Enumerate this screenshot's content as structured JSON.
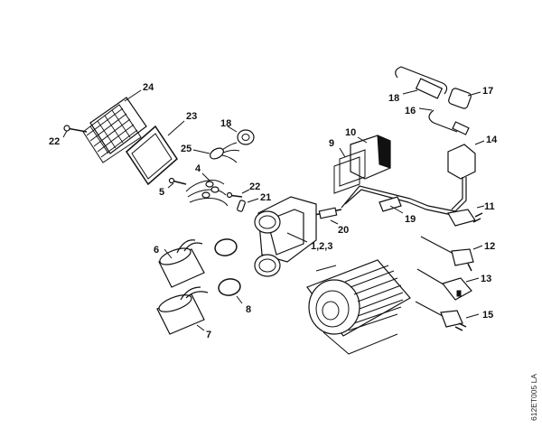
{
  "labels": {
    "l1": "24",
    "l2": "23",
    "l3": "22",
    "l4": "18",
    "l5": "25",
    "l6": "4",
    "l7": "5",
    "l8": "22",
    "l9": "21",
    "l10": "10",
    "l11": "9",
    "l12": "20",
    "l13": "1,2,3",
    "l14": "19",
    "l15": "6",
    "l16": "8",
    "l17": "7",
    "l18": "18",
    "l19": "17",
    "l20": "16",
    "l21": "14",
    "l22": "11",
    "l23": "12",
    "l24": "13",
    "l25": "15"
  },
  "drawing_code": "612ET005 LA"
}
